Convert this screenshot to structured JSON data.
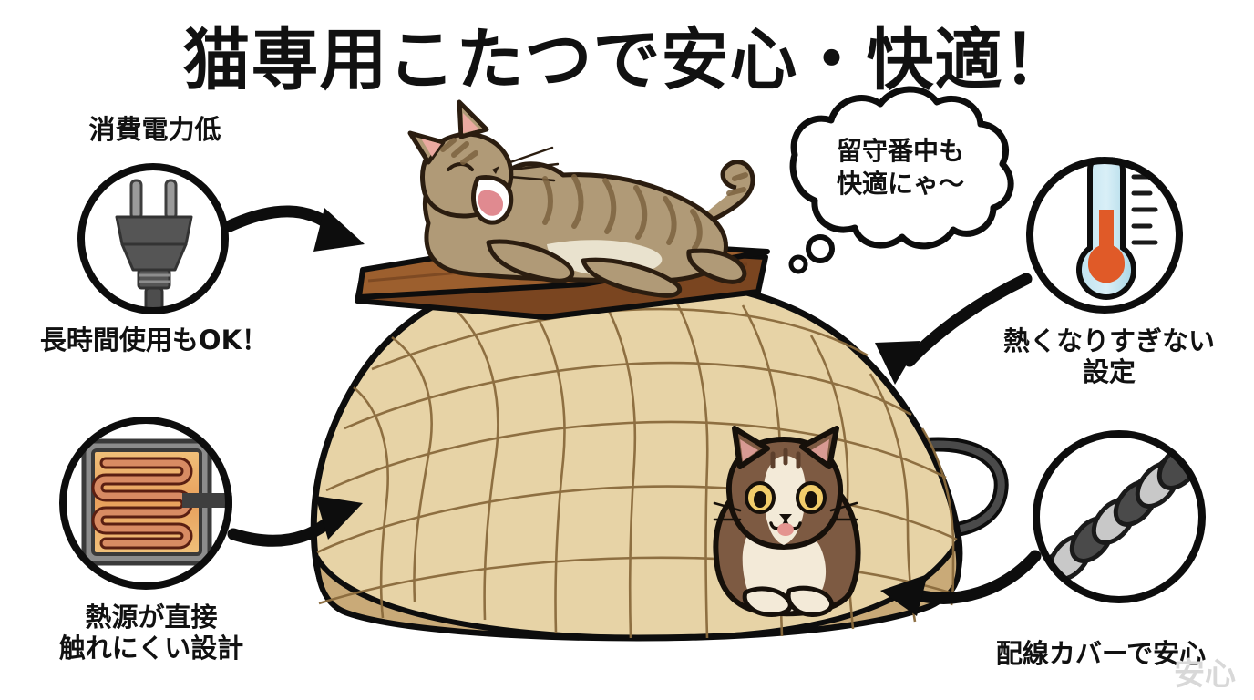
{
  "page": {
    "title": "猫専用こたつで安心・快適！",
    "background_color": "#ffffff",
    "accent_circle_color": "#f5dc8e",
    "outline_color": "#0d0d0d",
    "futon_color": "#e7d3a6",
    "futon_quilt_line_color": "#8a6a3c",
    "tabletop_color": "#9c5f2e"
  },
  "features": [
    {
      "id": "low-power",
      "position": "top-left",
      "heading": "消費電力低",
      "caption": "長時間使用もOK！",
      "icon": "power-plug-icon"
    },
    {
      "id": "heat-source",
      "position": "bottom-left",
      "heading": "",
      "caption": "熱源が直接\n触れにくい設計",
      "icon": "heating-element-icon"
    },
    {
      "id": "temperature",
      "position": "top-right",
      "heading": "",
      "caption": "熱くなりすぎない\n設定",
      "icon": "thermometer-icon"
    },
    {
      "id": "cord-cover",
      "position": "bottom-right",
      "heading": "",
      "caption": "配線カバーで安心",
      "icon": "cord-cover-icon"
    }
  ],
  "thought_bubble": {
    "text": "留守番中も\n快適にゃ〜",
    "speaker": "top-cat"
  },
  "illustration": {
    "kotatsu": "cat kotatsu with quilted futon and wooden tabletop",
    "top_cat": "yawning tabby cat lying on tabletop",
    "bottom_cat": "brown and white cat peeking out from under the futon",
    "power_cord": "dark gray cord looping out from under the futon"
  },
  "watermark": {
    "text": "安心"
  }
}
